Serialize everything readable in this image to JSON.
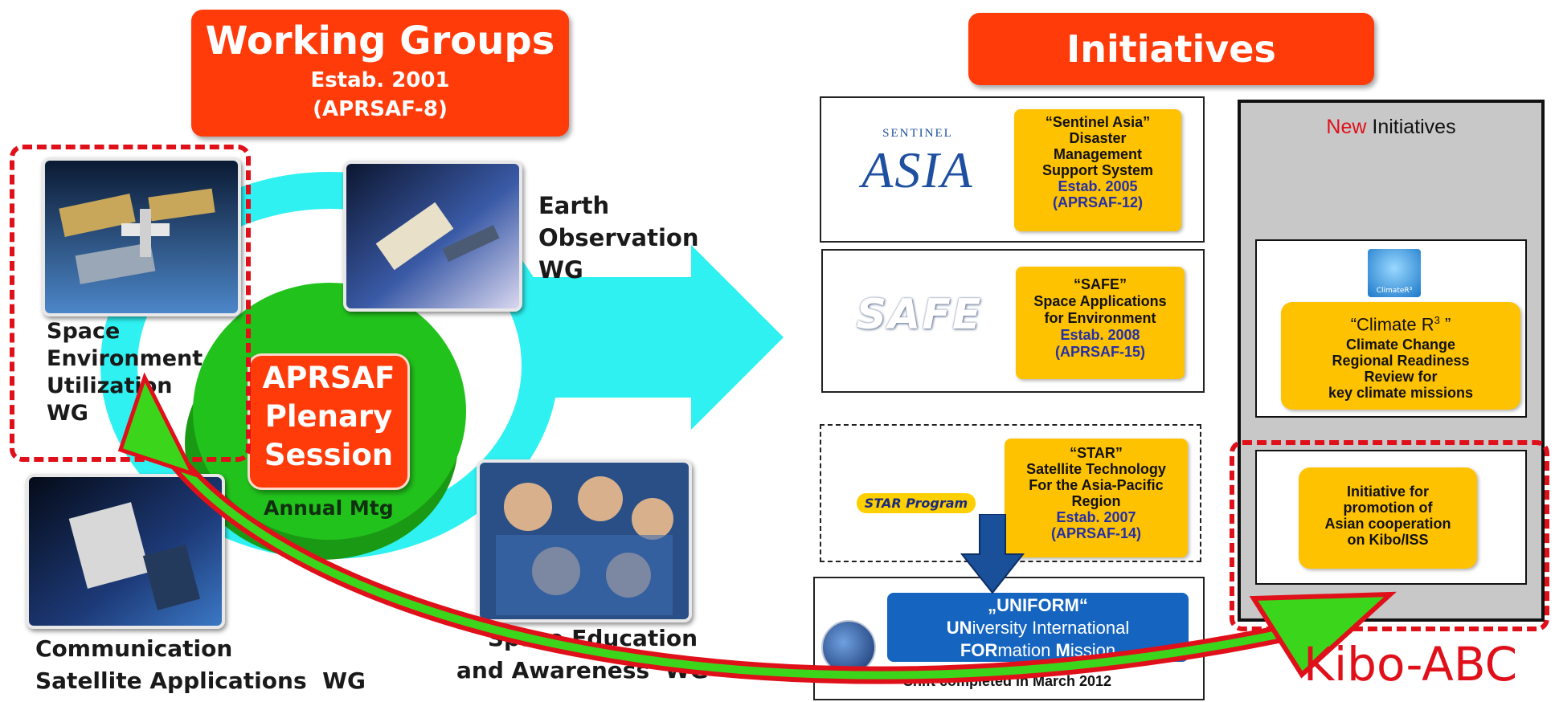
{
  "working_groups": {
    "title": "Working Groups",
    "estab": "Estab. 2001",
    "ref": "(APRSAF-8)"
  },
  "center": {
    "line1": "APRSAF",
    "line2": "Plenary",
    "line3": "Session",
    "caption": "Annual Mtg"
  },
  "wgs": {
    "space_env": [
      "Space",
      "Environment",
      "Utilization",
      "WG"
    ],
    "earth_obs": [
      "Earth",
      "Observation",
      "WG"
    ],
    "comm_sat": [
      "Communication",
      "Satellite Applications  WG"
    ],
    "space_edu": [
      "Space Education",
      "and Awareness  WG"
    ]
  },
  "initiatives": {
    "title": "Initiatives",
    "sentinel": {
      "logo_top": "SENTINEL",
      "logo_main": "ASIA",
      "lines": [
        "“Sentinel Asia”",
        "Disaster",
        "Management",
        "Support System"
      ],
      "estab": "Estab. 2005",
      "ref": "(APRSAF-12)"
    },
    "safe": {
      "logo": "SAFE",
      "lines": [
        "“SAFE”",
        "Space Applications",
        "for Environment"
      ],
      "estab": "Estab. 2008",
      "ref": "(APRSAF-15)"
    },
    "star": {
      "logo": "STAR Program",
      "lines": [
        "“STAR”",
        "Satellite Technology",
        "For the Asia-Pacific",
        "Region"
      ],
      "estab": "Estab. 2007",
      "ref": "(APRSAF-14)"
    },
    "uniform": {
      "title": "„UNIFORM“",
      "line2_bold": "UN",
      "line2_rest": "iversity International",
      "line3_bold": "FOR",
      "line3_mid": "mation ",
      "line3_bold2": "M",
      "line3_rest": "ission",
      "shift": "Shift completed in March 2012"
    }
  },
  "new_initiatives": {
    "title_new": "New",
    "title_rest": " Initiatives",
    "climate_logo": "ClimateR³",
    "climate_title": "“Climate R",
    "climate_sup": "3",
    "climate_title_end": " ”",
    "climate_lines": [
      "Climate Change",
      "Regional Readiness",
      "Review for",
      "key climate missions"
    ],
    "kibo_lines": [
      "Initiative for",
      "promotion of",
      "Asian cooperation",
      "on Kibo/ISS"
    ]
  },
  "kibo_abc": "Kibo-ABC",
  "colors": {
    "header_red": "#ff3b0a",
    "center_green": "#22c21c",
    "ring_cyan": "#2ff1f1",
    "gold": "#ffc200",
    "uniform_blue": "#1565c0",
    "dashed_red": "#e0101a",
    "arrow_green": "#3bd61b",
    "arrow_red": "#e0101a"
  }
}
